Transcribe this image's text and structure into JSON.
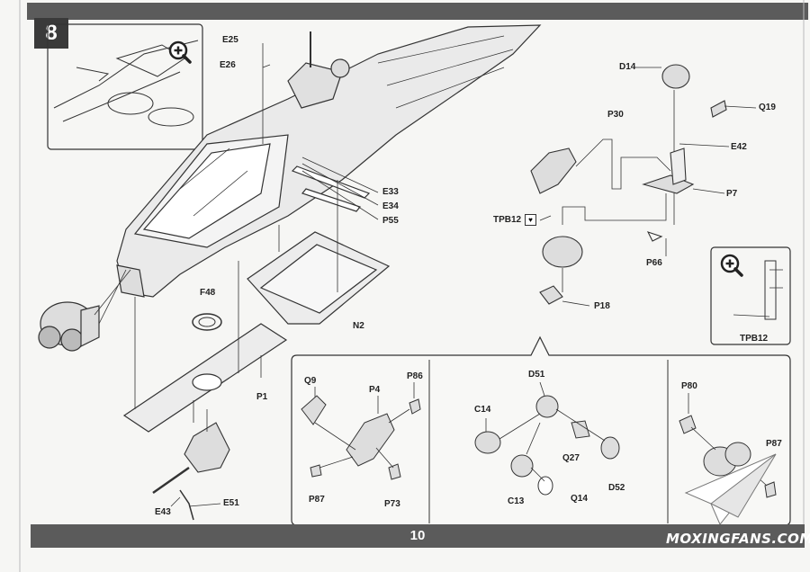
{
  "step": "8",
  "page_number": "10",
  "watermark": "MOXINGFANS.COM",
  "labels": {
    "E25": "E25",
    "E26": "E26",
    "E33": "E33",
    "E34": "E34",
    "P55": "P55",
    "F48": "F48",
    "N2": "N2",
    "P1": "P1",
    "E43": "E43",
    "E51": "E51",
    "D14": "D14",
    "Q19": "Q19",
    "P30": "P30",
    "E42": "E42",
    "P7": "P7",
    "TPB12": "TPB12",
    "P66": "P66",
    "P18": "P18",
    "TPB12_detail": "TPB12",
    "Q9": "Q9",
    "P4": "P4",
    "P86": "P86",
    "P87_a": "P87",
    "P73": "P73",
    "D51": "D51",
    "C14": "C14",
    "Q27": "Q27",
    "D52": "D52",
    "C13": "C13",
    "Q14": "Q14",
    "P80": "P80",
    "P87_b": "P87"
  },
  "icons": {
    "magnifier": "magnifier-plus-icon",
    "tpb_heart": "heart-icon"
  }
}
